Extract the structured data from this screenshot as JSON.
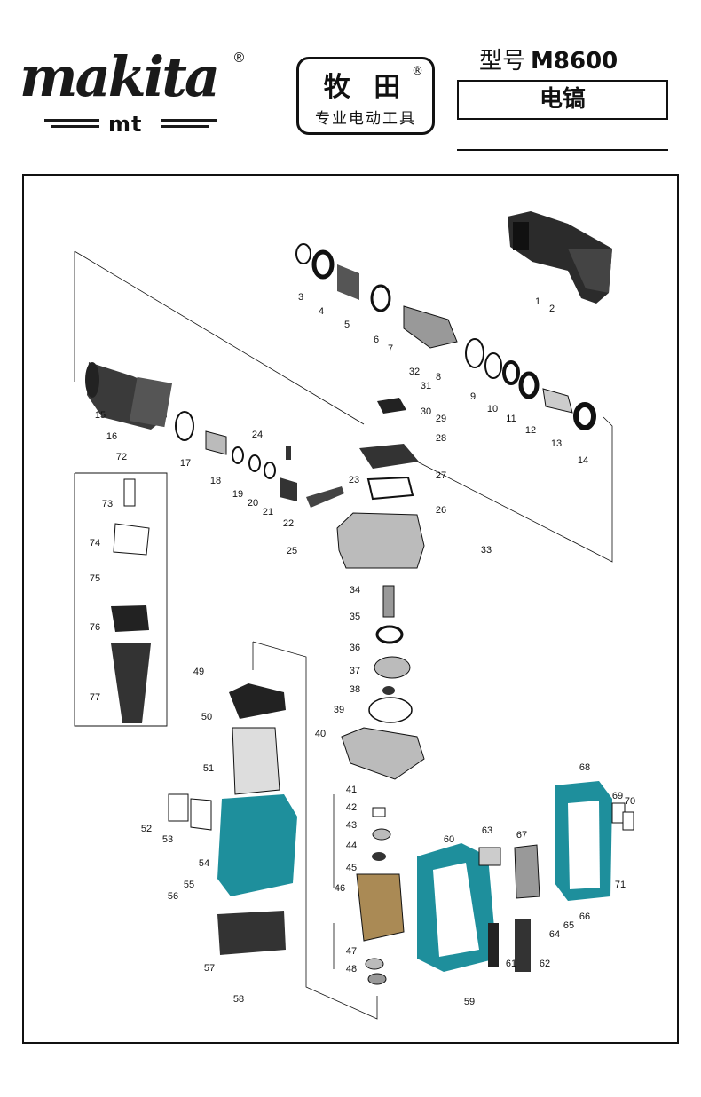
{
  "header": {
    "brand": "makita",
    "brand_reg": "®",
    "brand_sub": "mt",
    "cn_brand": "牧 田",
    "cn_reg": "®",
    "cn_slogan": "专业电动工具",
    "model_label": "型号",
    "model": "M8600",
    "product_type": "电镐"
  },
  "colors": {
    "teal": "#1e8f9c",
    "dark": "#2b2b2b",
    "line": "#111111"
  },
  "parts": [
    "1",
    "2",
    "3",
    "4",
    "5",
    "6",
    "7",
    "8",
    "9",
    "10",
    "11",
    "12",
    "13",
    "14",
    "15",
    "16",
    "17",
    "18",
    "19",
    "20",
    "21",
    "22",
    "23",
    "24",
    "25",
    "26",
    "27",
    "28",
    "29",
    "30",
    "31",
    "32",
    "33",
    "34",
    "35",
    "36",
    "37",
    "38",
    "39",
    "40",
    "41",
    "42",
    "43",
    "44",
    "45",
    "46",
    "47",
    "48",
    "49",
    "50",
    "51",
    "52",
    "53",
    "54",
    "55",
    "56",
    "57",
    "58",
    "59",
    "60",
    "61",
    "62",
    "63",
    "64",
    "65",
    "66",
    "67",
    "68",
    "69",
    "70",
    "71",
    "72",
    "73",
    "74",
    "75",
    "76",
    "77"
  ]
}
